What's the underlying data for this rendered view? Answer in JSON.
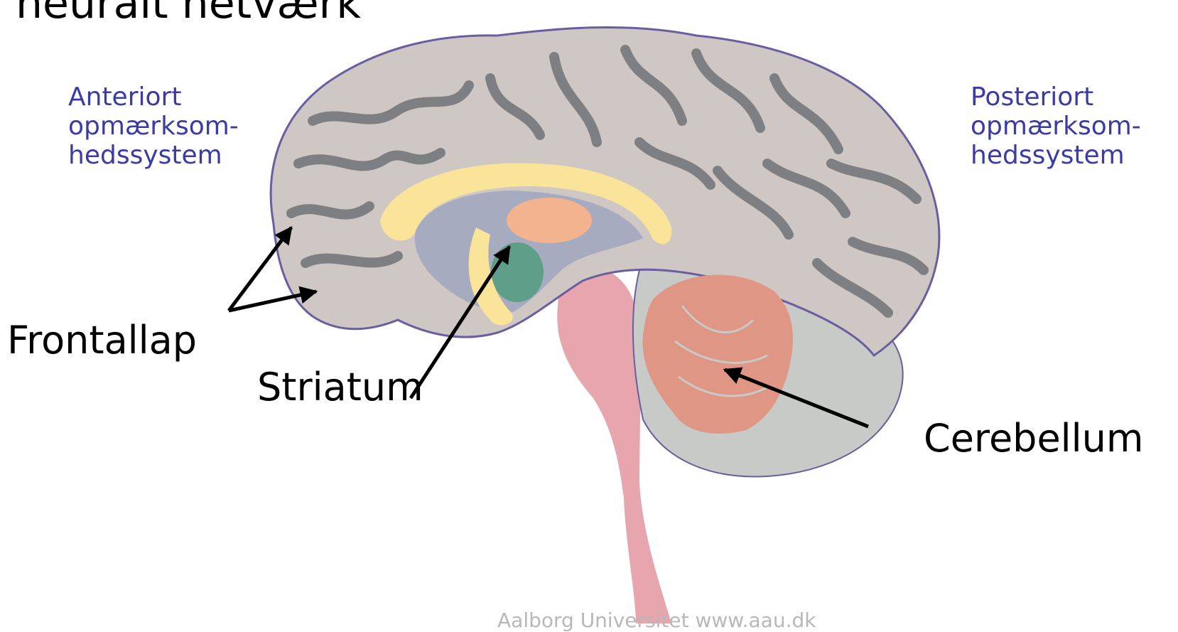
{
  "title": "neuralt netværk",
  "labels": {
    "anterior": "Anteriort\nopmærksom-\nhedssystem",
    "posterior": "Posteriort\nopmærksom-\nhedssystem",
    "frontal": "Frontallap",
    "striatum": "Striatum",
    "cerebellum": "Cerebellum"
  },
  "footer": "Aalborg Universitet  www.aau.dk",
  "colors": {
    "cortex": "#cfc7c3",
    "sulci": "#7d7f82",
    "outline": "#6a5ea0",
    "corpus_callosum": "#fae49a",
    "ventricle": "#a6abbf",
    "thalamus": "#f2b38e",
    "striatum": "#5f9e88",
    "brainstem": "#e7a5ad",
    "cerebellum": "#e09684",
    "cerebellum_region": "#c7cac7",
    "label_blue": "#3b3ba6"
  }
}
